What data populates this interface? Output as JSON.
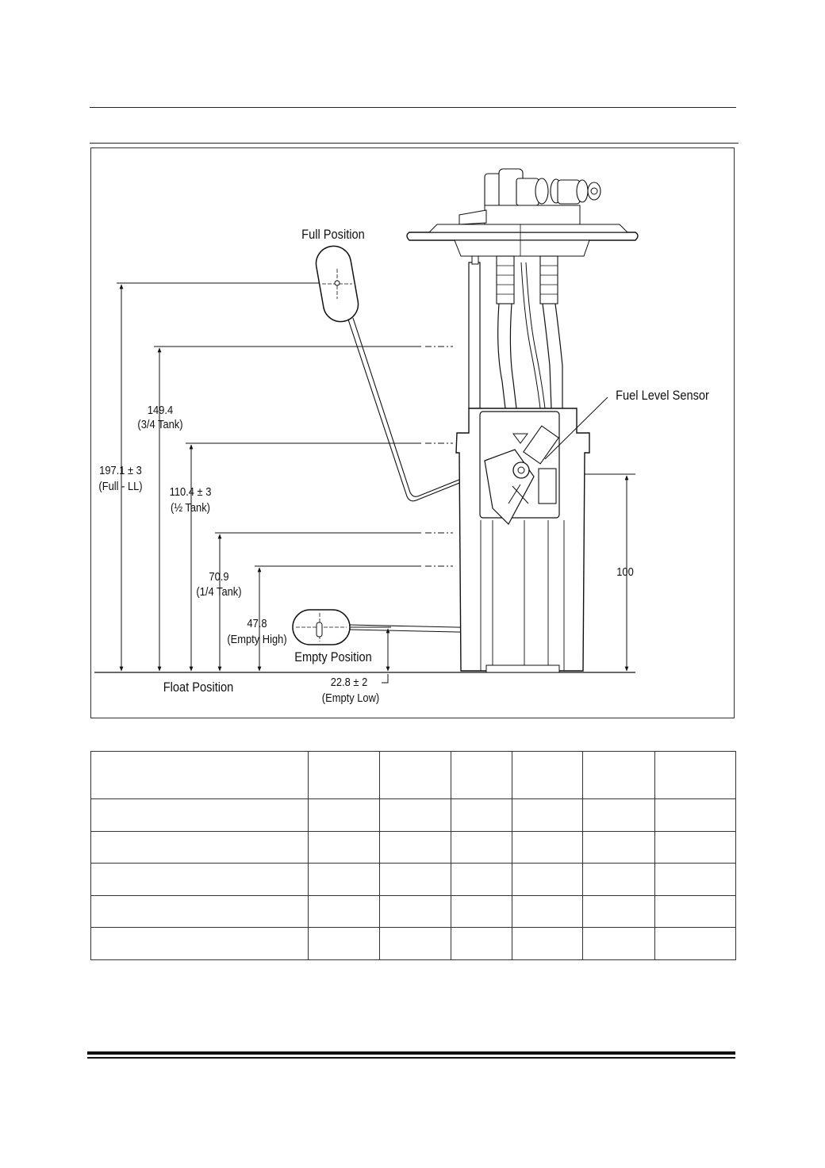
{
  "figure": {
    "labels": {
      "full_position": "Full Position",
      "fuel_level_sensor": "Fuel Level Sensor",
      "dim_149_value": "149.4",
      "dim_149_note": "(3/4 Tank)",
      "dim_197_value": "197.1 ± 3",
      "dim_197_note": "(Full - LL)",
      "dim_110_value": "110.4 ± 3",
      "dim_110_note": "(½ Tank)",
      "dim_70_value": "70.9",
      "dim_70_note": "(1/4 Tank)",
      "dim_47_value": "47.8",
      "dim_47_note": "(Empty High)",
      "empty_position": "Empty Position",
      "dim_100_value": "100",
      "float_position": "Float Position",
      "dim_22_value": "22.8 ± 2",
      "dim_22_note": "(Empty Low)"
    }
  },
  "table": {
    "rows": [
      [
        "",
        "",
        "",
        "",
        "",
        "",
        ""
      ],
      [
        "",
        "",
        "",
        "",
        "",
        "",
        ""
      ],
      [
        "",
        "",
        "",
        "",
        "",
        "",
        ""
      ],
      [
        "",
        "",
        "",
        "",
        "",
        "",
        ""
      ],
      [
        "",
        "",
        "",
        "",
        "",
        "",
        ""
      ],
      [
        "",
        "",
        "",
        "",
        "",
        "",
        ""
      ]
    ]
  }
}
